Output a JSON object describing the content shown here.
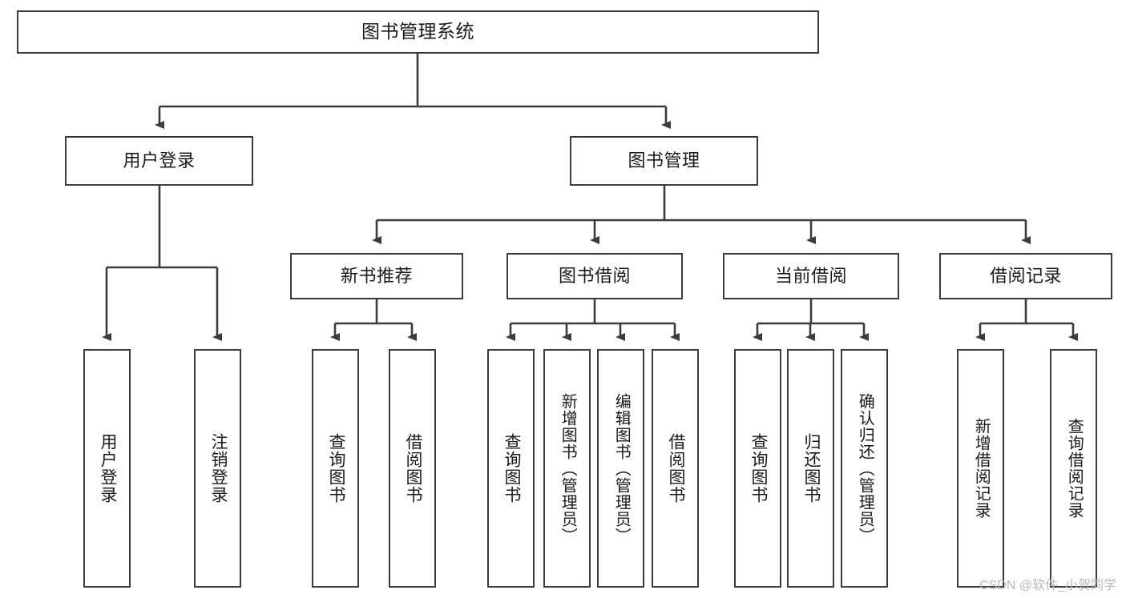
{
  "diagram": {
    "title": "图书管理系统",
    "type": "tree-hierarchy-chart",
    "style": {
      "box_border": "#3b3b3b",
      "box_fill": "#ffffff",
      "line": "#3b3b3b",
      "text": "#1a1a1a",
      "background": "#ffffff"
    }
  },
  "nodes": {
    "root": {
      "label": "图书管理系统"
    },
    "level2": [
      {
        "label": "用户登录"
      },
      {
        "label": "图书管理"
      }
    ],
    "level3": [
      {
        "label": "新书推荐"
      },
      {
        "label": "图书借阅"
      },
      {
        "label": "当前借阅"
      },
      {
        "label": "借阅记录"
      }
    ],
    "leaves": {
      "user_login": [
        {
          "label": "用户登录"
        },
        {
          "label": "注销登录"
        }
      ],
      "new_book": [
        {
          "label": "查询图书"
        },
        {
          "label": "借阅图书"
        }
      ],
      "book_borrow": [
        {
          "label": "查询图书"
        },
        {
          "label": "新增图书（管理员）"
        },
        {
          "label": "编辑图书（管理员）"
        },
        {
          "label": "借阅图书"
        }
      ],
      "current_borrow": [
        {
          "label": "查询图书"
        },
        {
          "label": "归还图书"
        },
        {
          "label": "确认归还（管理员）"
        }
      ],
      "borrow_record": [
        {
          "label": "新增借阅记录"
        },
        {
          "label": "查询借阅记录"
        }
      ]
    }
  },
  "watermark": {
    "text": "CSDN @软件_小贺同学"
  }
}
